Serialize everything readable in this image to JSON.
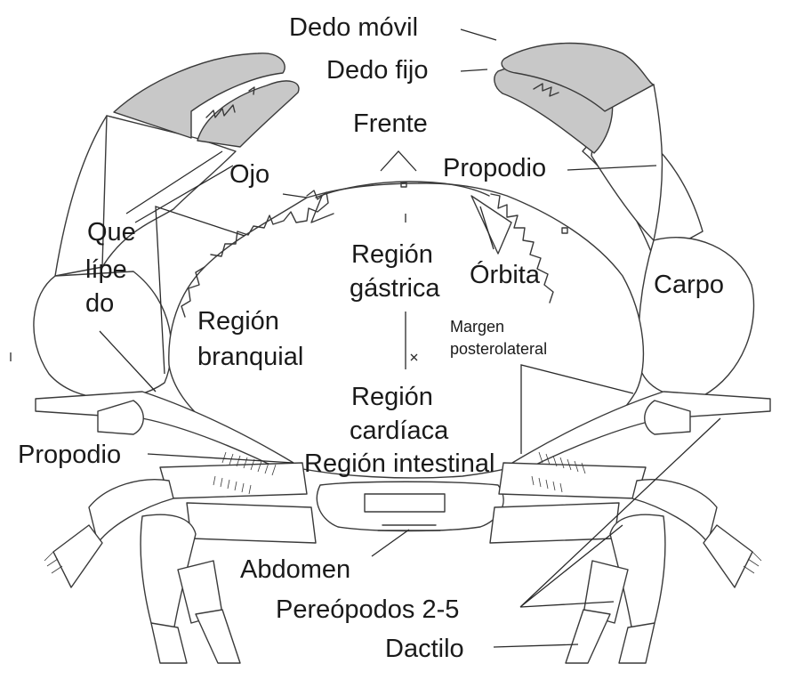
{
  "colors": {
    "line": "#3a3a3a",
    "shading": "#c8c8c8",
    "background": "#ffffff",
    "text": "#1a1a1a"
  },
  "labels": {
    "dedo_movil": "Dedo móvil",
    "dedo_fijo": "Dedo fijo",
    "frente": "Frente",
    "propodio_quela": "Propodio",
    "ojo": "Ojo",
    "quelipedo_1": "Que",
    "quelipedo_2": "lípe",
    "quelipedo_3": "do",
    "region_gastrica_1": "Región",
    "region_gastrica_2": "gástrica",
    "orbita": "Órbita",
    "carpo": "Carpo",
    "region_branquial_1": "Región",
    "region_branquial_2": "branquial",
    "margen_1": "Margen",
    "margen_2": "posterolateral",
    "region_cardiaca_1": "Región",
    "region_cardiaca_2": "cardíaca",
    "propodio_pata": "Propodio",
    "region_intestinal": "Región intestinal",
    "abdomen": "Abdomen",
    "pereopodos": "Pereópodos 2-5",
    "dactilo": "Dactilo"
  }
}
